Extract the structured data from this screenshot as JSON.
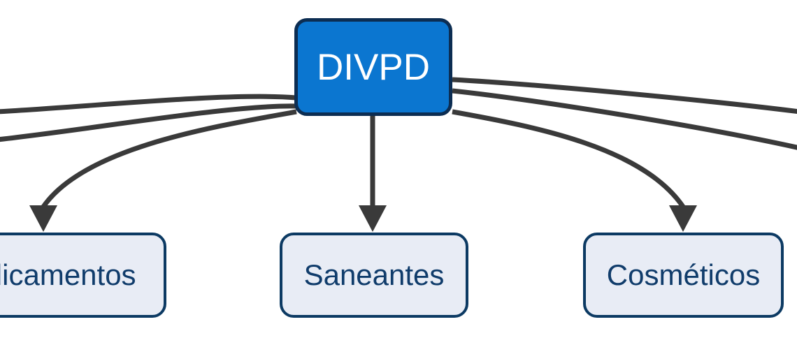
{
  "diagram": {
    "type": "tree",
    "background_color": "#ffffff",
    "edge_color": "#3a3a3a",
    "root": {
      "id": "divpd",
      "label": "DIVPD",
      "fill_color": "#0b76d0",
      "border_color": "#0c2d52",
      "text_color": "#ffffff"
    },
    "children": [
      {
        "id": "medicamentos",
        "label": "Medicamentos",
        "visible_label": "icamentos",
        "clipped": "left",
        "fill_color": "#e8ecf5",
        "border_color": "#0c3a63",
        "text_color": "#103c6b"
      },
      {
        "id": "saneantes",
        "label": "Saneantes",
        "visible_label": "Saneantes",
        "clipped": "none",
        "fill_color": "#e8ecf5",
        "border_color": "#0c3a63",
        "text_color": "#103c6b"
      },
      {
        "id": "cosmeticos",
        "label": "Cosméticos",
        "visible_label": "Cosméticos",
        "clipped": "none",
        "fill_color": "#e8ecf5",
        "border_color": "#0c3a63",
        "text_color": "#103c6b"
      }
    ],
    "edges": [
      {
        "id": "edge-left-offscreen-upper",
        "from": "divpd",
        "to": "offscreen-left-1",
        "arrowhead": false
      },
      {
        "id": "edge-left-offscreen-lower",
        "from": "divpd",
        "to": "offscreen-left-2",
        "arrowhead": false
      },
      {
        "id": "edge-medicamentos",
        "from": "divpd",
        "to": "medicamentos",
        "arrowhead": true
      },
      {
        "id": "edge-saneantes",
        "from": "divpd",
        "to": "saneantes",
        "arrowhead": true
      },
      {
        "id": "edge-cosmeticos",
        "from": "divpd",
        "to": "cosmeticos",
        "arrowhead": true
      },
      {
        "id": "edge-right-offscreen-upper",
        "from": "divpd",
        "to": "offscreen-right-1",
        "arrowhead": false
      },
      {
        "id": "edge-right-offscreen-lower",
        "from": "divpd",
        "to": "offscreen-right-2",
        "arrowhead": false
      }
    ]
  }
}
